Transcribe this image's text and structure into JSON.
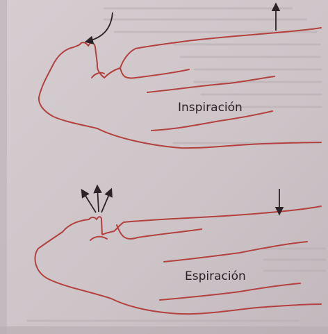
{
  "colors": {
    "page_background": "#cfc6ca",
    "body_outline": "#b3413f",
    "arrow": "#2b2327",
    "label_text": "#2a2226",
    "ghost_text": "#a79fa3"
  },
  "diagrams": [
    {
      "id": "inspiration",
      "label": "Inspiración",
      "arrows": [
        "curved-arrow-into-nose",
        "arrow-up-chest"
      ]
    },
    {
      "id": "expiration",
      "label": "Espiración",
      "arrows": [
        "three-arrows-out-of-nose",
        "arrow-down-chest"
      ]
    }
  ]
}
